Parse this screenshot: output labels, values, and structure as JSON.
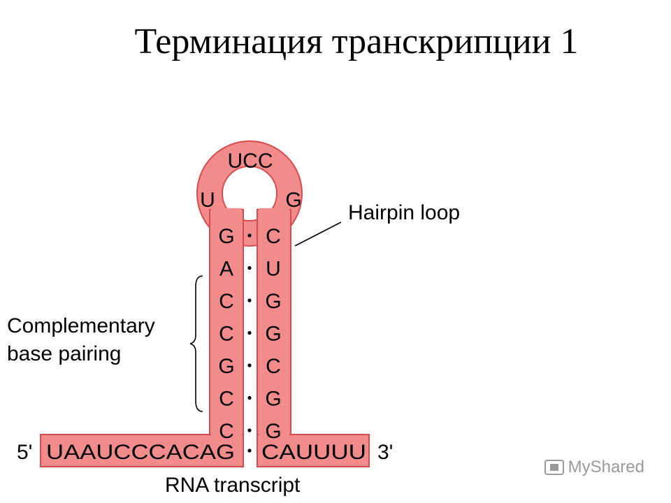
{
  "title": "Терминация транскрипции 1",
  "loop": {
    "top": "UCC",
    "left": "U",
    "right": "G"
  },
  "stem_left": [
    "G",
    "A",
    "C",
    "C",
    "G",
    "C",
    "C"
  ],
  "stem_right": [
    "C",
    "U",
    "G",
    "G",
    "C",
    "G",
    "G"
  ],
  "five_prime": "5'",
  "three_prime": "3'",
  "left_strand": "UAAUCCCACAG",
  "right_strand": "CAUUUU",
  "labels": {
    "hairpin": "Hairpin loop",
    "complementary_line1": "Complementary",
    "complementary_line2": "base pairing",
    "rna": "RNA transcript"
  },
  "watermark": "MyShared",
  "colors": {
    "strand_fill": "#f28b8b",
    "strand_stroke": "#d64b4b"
  }
}
